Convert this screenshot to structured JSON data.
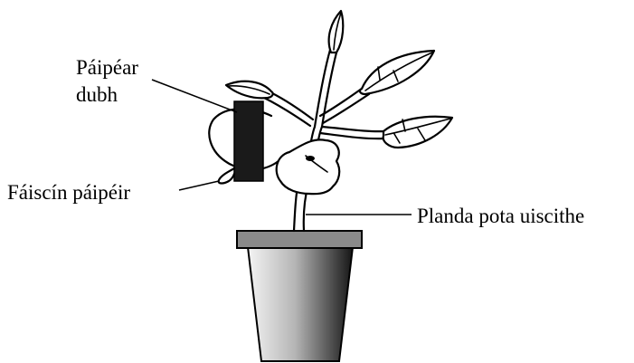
{
  "labels": {
    "black_paper_line1": "Páipéar",
    "black_paper_line2": "dubh",
    "paper_clip": "Fáiscín páipéir",
    "watered_potted_plant": "Planda pota uiscithe"
  },
  "colors": {
    "ink": "#000000",
    "pot_rim": "#8a8a8a",
    "pot_light": "#f2f2f2",
    "pot_dark": "#1a1a1a",
    "black_paper": "#1a1a1a"
  }
}
